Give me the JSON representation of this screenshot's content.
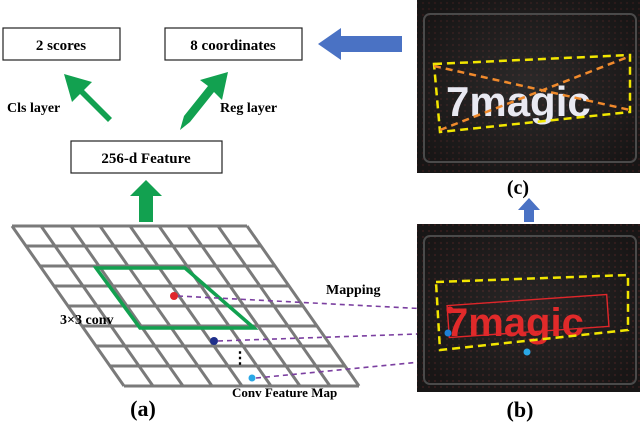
{
  "boxes": {
    "scores": "2 scores",
    "coordinates": "8 coordinates",
    "feature": "256-d Feature"
  },
  "layers": {
    "cls": "Cls layer",
    "reg": "Reg layer"
  },
  "grid_labels": {
    "conv": "3×3 conv",
    "mapping": "Mapping",
    "feature_map": "Conv Feature Map",
    "ellipsis": "⋮"
  },
  "panel_labels": {
    "a": "(a)",
    "b": "(b)",
    "c": "(c)"
  },
  "photo_text": {
    "logo": "7magic"
  },
  "colors": {
    "green_arrow": "#12a150",
    "blue_arrow": "#4a72c4",
    "window_green": "#12a150",
    "dash_yellow": "#f2e600",
    "dash_purple": "#7b3fa0",
    "dash_orange": "#f08a2c",
    "dot_red": "#e0262a",
    "dot_navy": "#1f2f8c",
    "dot_blue": "#1e7fd6",
    "dot_cyan": "#2aa8e6"
  }
}
